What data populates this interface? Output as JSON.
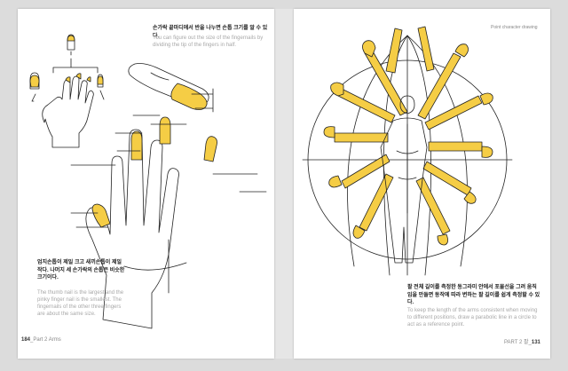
{
  "left_page": {
    "top_caption_ko": "손가락 끝마디에서 반을 나누면 손톱 크기를 알 수 있다.",
    "top_caption_en": "You can figure out the size of the fingernails by dividing the tip of the fingers in half.",
    "bottom_caption_ko": "엄지손톱이 제일 크고 새끼손톱이 제일 작다. 나머지 세 손가락의 손톱은 비슷한 크기이다.",
    "bottom_caption_en": "The thumb nail is the largest and the pinky finger nail is the smallest. The fingernails of the other three fingers are about the same size.",
    "page_number": "184",
    "section_label": "_Part 2 Arms"
  },
  "right_page": {
    "running_head": "Point character drawing",
    "caption_ko": "팔 전체 길이를 측정한 동그라미 안에서 포물선을 그려 움직임을 만들면 동작에 따라 변하는 팔 길이를 쉽게 측정할 수 있다.",
    "caption_en": "To keep the length of the arms consistent when moving to different positions, draw a parabolic line in a circle to act as a reference point.",
    "section_label": "PART 2 팔_",
    "page_number": "131"
  },
  "colors": {
    "highlight": "#f5cd45",
    "line": "#222222",
    "caption_gray": "#a8a8a8"
  }
}
